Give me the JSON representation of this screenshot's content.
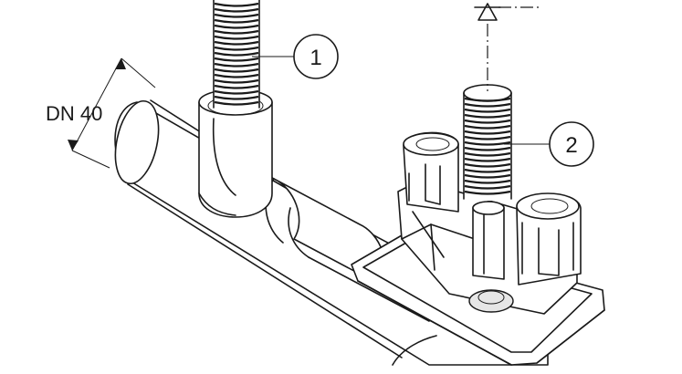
{
  "dimension_label": "DN 40",
  "callouts": [
    {
      "number": "1"
    },
    {
      "number": "2"
    }
  ]
}
